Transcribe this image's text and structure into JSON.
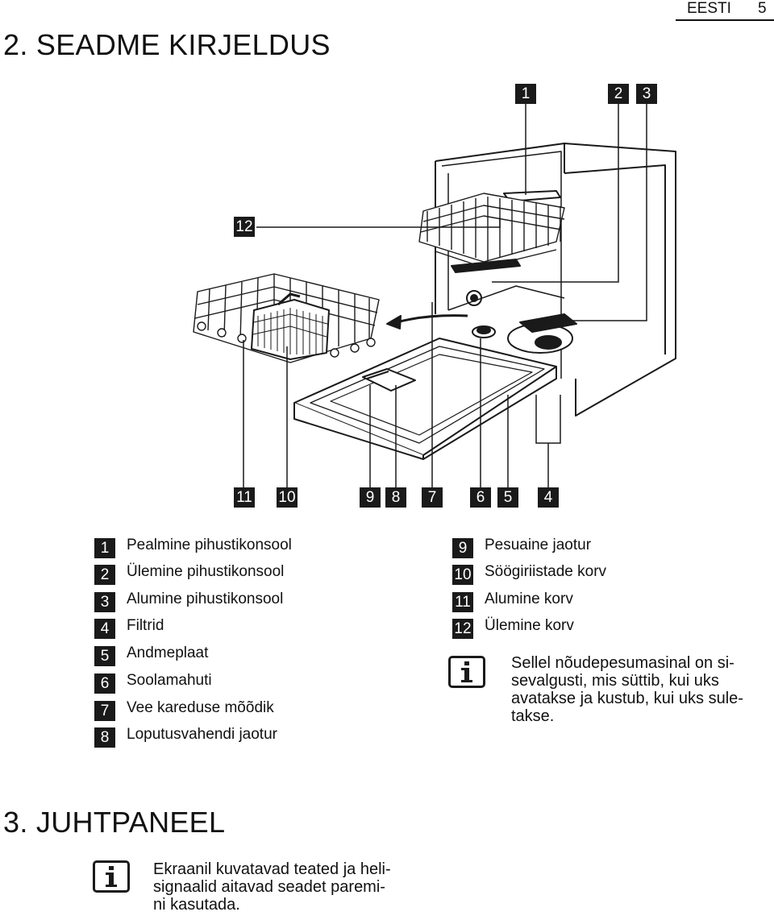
{
  "header": {
    "language": "EESTI",
    "page_number": "5"
  },
  "section2": {
    "title": "2. SEADME KIRJELDUS",
    "callouts": [
      "1",
      "2",
      "3",
      "4",
      "5",
      "6",
      "7",
      "8",
      "9",
      "10",
      "11",
      "12"
    ],
    "legend_left": [
      {
        "num": "1",
        "label": "Pealmine pihustikonsool"
      },
      {
        "num": "2",
        "label": "Ülemine pihustikonsool"
      },
      {
        "num": "3",
        "label": "Alumine pihustikonsool"
      },
      {
        "num": "4",
        "label": "Filtrid"
      },
      {
        "num": "5",
        "label": "Andmeplaat"
      },
      {
        "num": "6",
        "label": "Soolamahuti"
      },
      {
        "num": "7",
        "label": "Vee kareduse mõõdik"
      },
      {
        "num": "8",
        "label": "Loputusvahendi jaotur"
      }
    ],
    "legend_right": [
      {
        "num": "9",
        "label": "Pesuaine jaotur"
      },
      {
        "num": "10",
        "label": "Söögiriistade korv"
      },
      {
        "num": "11",
        "label": "Alumine korv"
      },
      {
        "num": "12",
        "label": "Ülemine korv"
      }
    ],
    "note_lines": [
      "Sellel nõudepesumasinal on si-",
      "sevalgusti, mis süttib, kui uks",
      "avatakse ja kustub, kui uks sule-",
      "takse."
    ],
    "note_icon": "info-icon"
  },
  "section3": {
    "title": "3. JUHTPANEEL",
    "note_lines": [
      "Ekraanil kuvatavad teated ja heli-",
      "signaalid aitavad seadet paremi-",
      "ni kasutada."
    ],
    "note_icon": "info-icon"
  }
}
